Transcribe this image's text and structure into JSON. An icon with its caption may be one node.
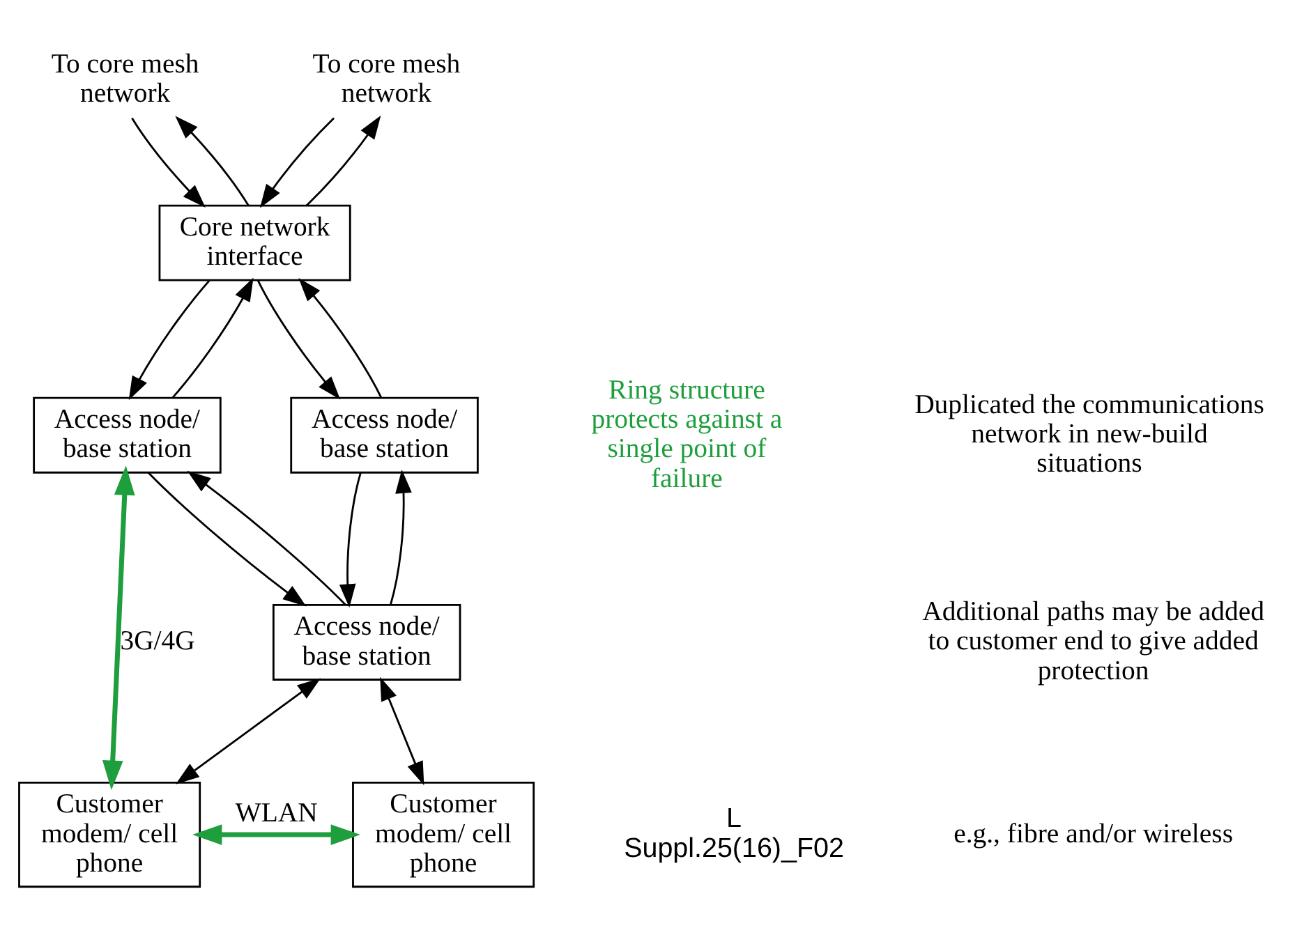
{
  "diagram": {
    "nodes": [
      {
        "text": [
          "To core mesh network"
        ]
      },
      {
        "text": [
          "To core mesh network"
        ]
      },
      {
        "text": [
          "Core network interface"
        ]
      },
      {
        "text": [
          "Access node/ base station"
        ]
      },
      {
        "text": [
          "Access node/ base station"
        ]
      },
      {
        "text": [
          "Access node/ base station"
        ]
      },
      {
        "text": [
          "Customer modem/ cell phone"
        ]
      },
      {
        "text": [
          "Customer modem/ cell phone"
        ]
      }
    ],
    "edges": [
      {
        "from": 0,
        "to": 2,
        "arrow": "to"
      },
      {
        "from": 2,
        "to": 0,
        "arrow": "to"
      },
      {
        "from": 2,
        "to": 1,
        "arrow": "to"
      },
      {
        "from": 1,
        "to": 2,
        "arrow": "to"
      },
      {
        "from": 3,
        "to": 2,
        "arrow": "to"
      },
      {
        "from": 2,
        "to": 3,
        "arrow": "to"
      },
      {
        "from": 2,
        "to": 4,
        "arrow": "to"
      },
      {
        "from": 4,
        "to": 2,
        "arrow": "to"
      },
      {
        "from": 3,
        "to": 5,
        "arrow": "to"
      },
      {
        "from": 5,
        "to": 3,
        "arrow": "to"
      },
      {
        "from": 4,
        "to": 5,
        "arrow": "to"
      },
      {
        "from": 5,
        "to": 4,
        "arrow": "to"
      },
      {
        "from": 5,
        "to": 6,
        "arrow": "both"
      },
      {
        "from": 5,
        "to": 7,
        "arrow": "both"
      },
      {
        "from": 3,
        "to": 6,
        "arrow": "both",
        "label": "3G/4G",
        "style": "thick",
        "color": "#1e9e3c"
      },
      {
        "from": 6,
        "to": 7,
        "arrow": "both",
        "label": "WLAN",
        "style": "thick",
        "color": "#1e9e3c"
      }
    ],
    "labels": [
      "Ring structure protects against a single point of failure",
      "Duplicated the communications network in new-build situations",
      "Additional paths may be added to customer end to give added protection",
      "e.g., fibre and/or wireless",
      "L Suppl.25(16)_F02"
    ]
  }
}
